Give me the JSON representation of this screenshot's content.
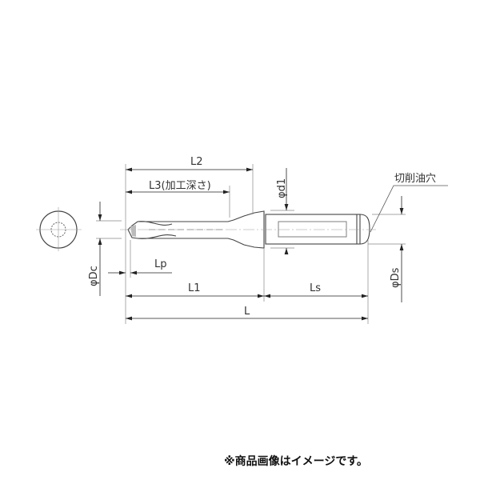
{
  "labels": {
    "L2": "L2",
    "L3": "L3(加工深さ)",
    "d1": "φd1",
    "coolant_hole": "切削油穴",
    "Dc": "φDc",
    "Lp": "Lp",
    "L1": "L1",
    "Ls": "Ls",
    "Ds": "φDs",
    "L": "L"
  },
  "caption": "※商品画像はイメージです。"
}
